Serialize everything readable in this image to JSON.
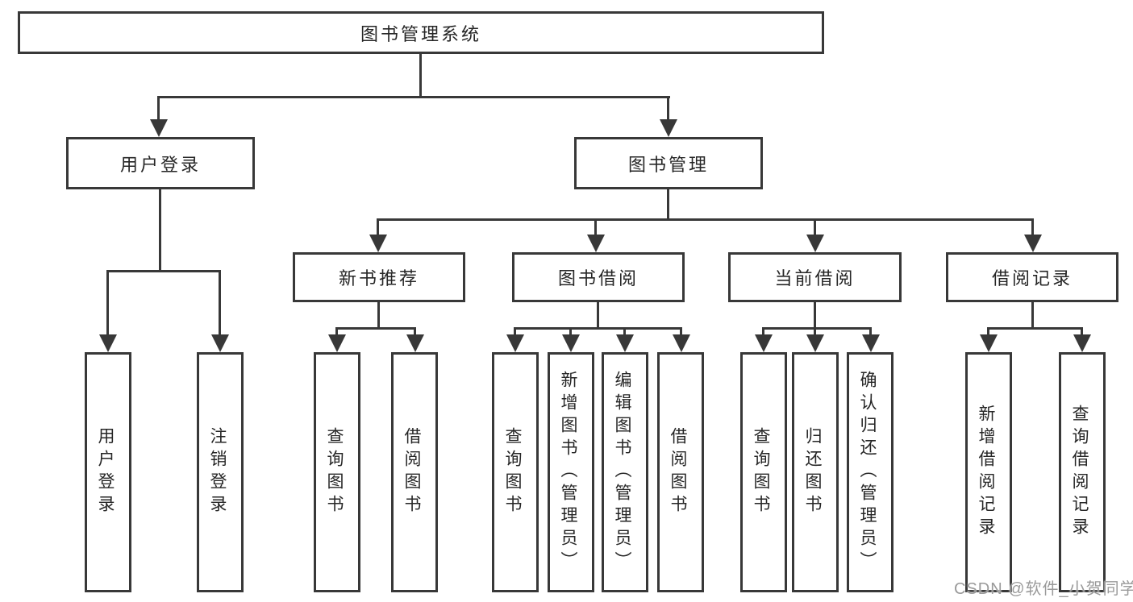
{
  "diagram": {
    "root": {
      "label": "图书管理系统"
    },
    "level1": [
      {
        "label": "用户登录"
      },
      {
        "label": "图书管理"
      }
    ],
    "level2": [
      {
        "label": "新书推荐"
      },
      {
        "label": "图书借阅"
      },
      {
        "label": "当前借阅"
      },
      {
        "label": "借阅记录"
      }
    ],
    "leaves": {
      "user_login": [
        "用户登录",
        "注销登录"
      ],
      "new_book": [
        "查询图书",
        "借阅图书"
      ],
      "book_borrow": [
        "查询图书",
        "新增图书（管理员）",
        "编辑图书（管理员）",
        "借阅图书"
      ],
      "current_borrow": [
        "查询图书",
        "归还图书",
        "确认归还（管理员）"
      ],
      "borrow_record": [
        "新增借阅记录",
        "查询借阅记录"
      ]
    }
  },
  "watermark": {
    "text": "CSDN @软件_小贺同学"
  }
}
